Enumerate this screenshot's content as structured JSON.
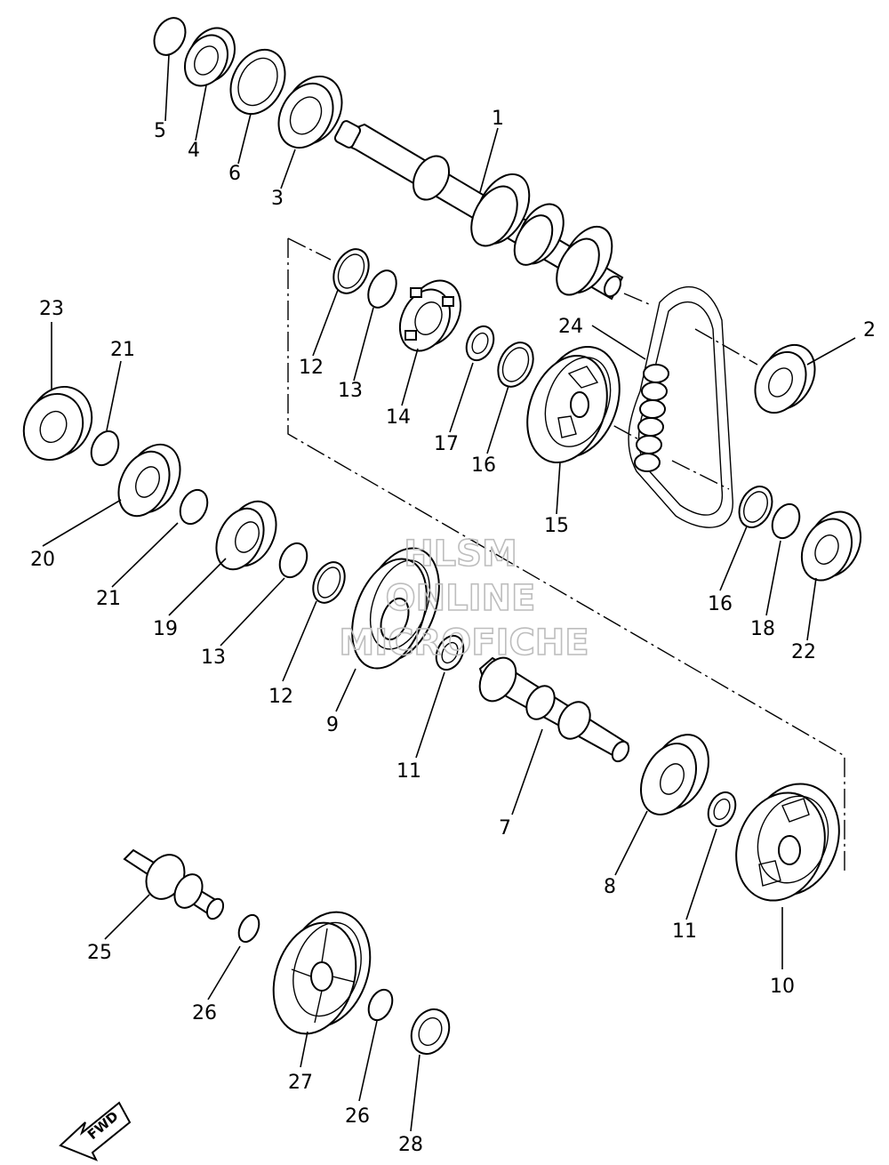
{
  "watermark": {
    "line1": "HLSM",
    "line2": "ONLINE",
    "line3": "MICROFICHE"
  },
  "direction_badge": "FWD",
  "parts": [
    {
      "id": "part-1",
      "label": "1"
    },
    {
      "id": "part-2",
      "label": "2"
    },
    {
      "id": "part-3",
      "label": "3"
    },
    {
      "id": "part-4",
      "label": "4"
    },
    {
      "id": "part-5",
      "label": "5"
    },
    {
      "id": "part-6",
      "label": "6"
    },
    {
      "id": "part-7",
      "label": "7"
    },
    {
      "id": "part-8",
      "label": "8"
    },
    {
      "id": "part-9",
      "label": "9"
    },
    {
      "id": "part-10",
      "label": "10"
    },
    {
      "id": "part-11a",
      "label": "11"
    },
    {
      "id": "part-11b",
      "label": "11"
    },
    {
      "id": "part-12a",
      "label": "12"
    },
    {
      "id": "part-12b",
      "label": "12"
    },
    {
      "id": "part-13a",
      "label": "13"
    },
    {
      "id": "part-13b",
      "label": "13"
    },
    {
      "id": "part-14",
      "label": "14"
    },
    {
      "id": "part-15",
      "label": "15"
    },
    {
      "id": "part-16a",
      "label": "16"
    },
    {
      "id": "part-16b",
      "label": "16"
    },
    {
      "id": "part-17",
      "label": "17"
    },
    {
      "id": "part-18",
      "label": "18"
    },
    {
      "id": "part-19",
      "label": "19"
    },
    {
      "id": "part-20",
      "label": "20"
    },
    {
      "id": "part-21a",
      "label": "21"
    },
    {
      "id": "part-21b",
      "label": "21"
    },
    {
      "id": "part-22",
      "label": "22"
    },
    {
      "id": "part-23",
      "label": "23"
    },
    {
      "id": "part-24",
      "label": "24"
    },
    {
      "id": "part-25",
      "label": "25"
    },
    {
      "id": "part-26a",
      "label": "26"
    },
    {
      "id": "part-26b",
      "label": "26"
    },
    {
      "id": "part-27",
      "label": "27"
    },
    {
      "id": "part-28",
      "label": "28"
    }
  ]
}
